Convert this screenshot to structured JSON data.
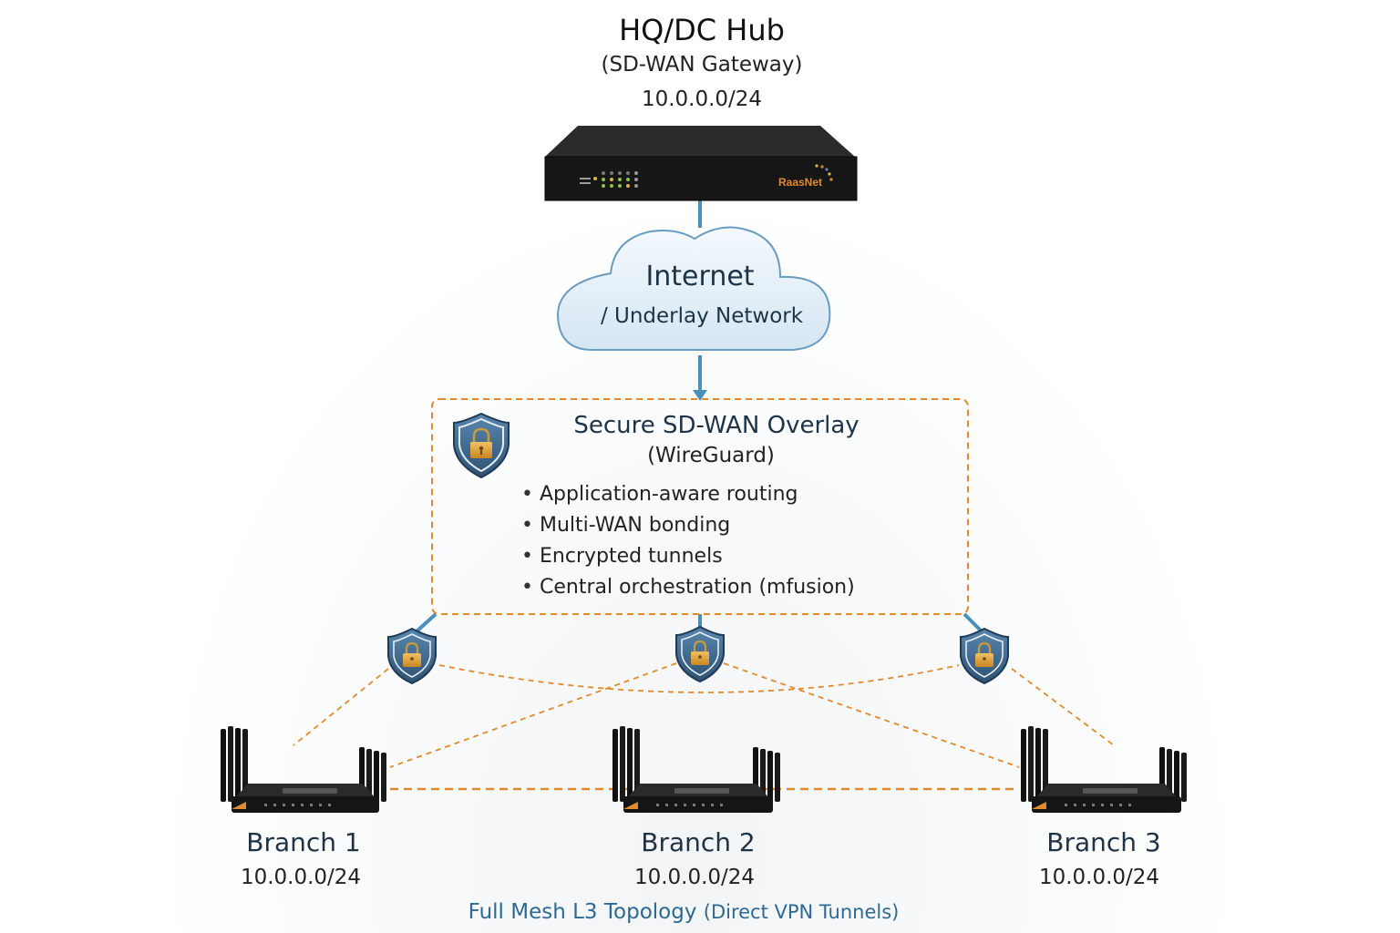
{
  "hub": {
    "title": "HQ/DC Hub",
    "subtitle": "(SD-WAN Gateway)",
    "subnet": "10.0.0.0/24",
    "device_brand": "RaasNet",
    "device_icon": "rack-gateway-icon"
  },
  "cloud": {
    "title": "Internet",
    "subtitle": "/ Underlay Network",
    "icon": "cloud-icon"
  },
  "overlay": {
    "title": "Secure SD-WAN Overlay",
    "subtitle": "(WireGuard)",
    "icon": "shield-lock-icon",
    "features": [
      "Application-aware routing",
      "Multi-WAN bonding",
      "Encrypted tunnels",
      "Central orchestration (mfusion)"
    ]
  },
  "branches": [
    {
      "name": "Branch 1",
      "subnet": "10.0.0.0/24"
    },
    {
      "name": "Branch 2",
      "subnet": "10.0.0.0/24"
    },
    {
      "name": "Branch 3",
      "subnet": "10.0.0.0/24"
    }
  ],
  "footer": {
    "caption_main": "Full Mesh L3 Topology ",
    "caption_detail": "(Direct VPN Tunnels)"
  },
  "colors": {
    "solid_link": "#4a90b8",
    "tunnel_dash": "#e08a2e",
    "overlay_border": "#e08a2e",
    "cloud_fill": "#e6f1f9",
    "cloud_stroke": "#6a9cc0",
    "shield_fill": "#3c6488",
    "lock_body": "#e0a23c",
    "device_body": "#1d1d1d",
    "text_dark": "#1e3346",
    "caption_blue": "#2c6a93"
  }
}
